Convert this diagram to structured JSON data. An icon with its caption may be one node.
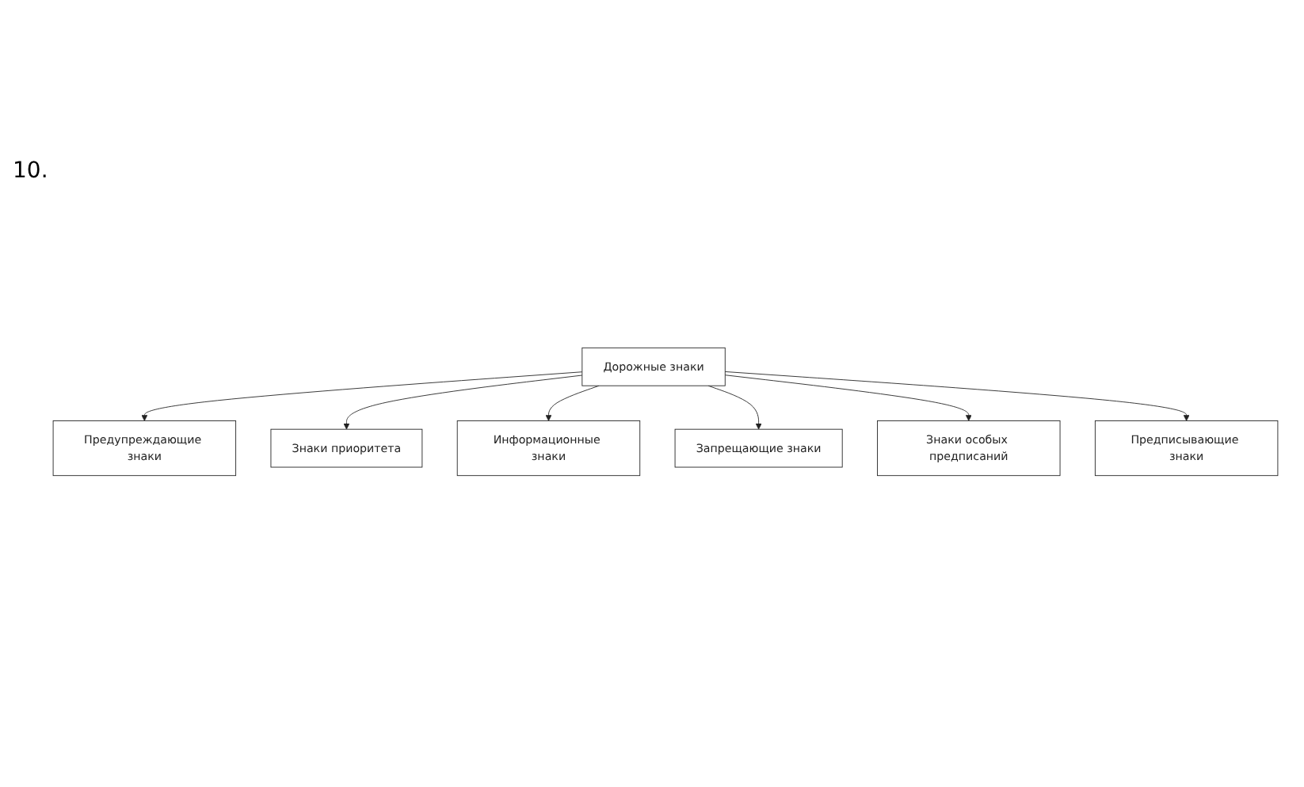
{
  "diagram": {
    "nodes": [
      {
        "text": [
          "Предупреждающие знаки"
        ]
      },
      {
        "text": [
          "Знаки приоритета"
        ]
      },
      {
        "text": [
          "Дорожные знаки"
        ]
      },
      {
        "text": [
          "Информационные знаки"
        ]
      },
      {
        "text": [
          "Запрещающие знаки"
        ]
      },
      {
        "text": [
          "Знаки особых предписаний"
        ]
      },
      {
        "text": [
          "Предписывающие знаки"
        ]
      }
    ],
    "edges": [
      {
        "from": 2,
        "to": 0,
        "arrow": "to"
      },
      {
        "from": 2,
        "to": 1,
        "arrow": "to"
      },
      {
        "from": 2,
        "to": 3,
        "arrow": "to"
      },
      {
        "from": 2,
        "to": 4,
        "arrow": "to"
      },
      {
        "from": 2,
        "to": 5,
        "arrow": "to"
      },
      {
        "from": 2,
        "to": 6,
        "arrow": "to"
      }
    ],
    "labels": [
      "10."
    ]
  }
}
